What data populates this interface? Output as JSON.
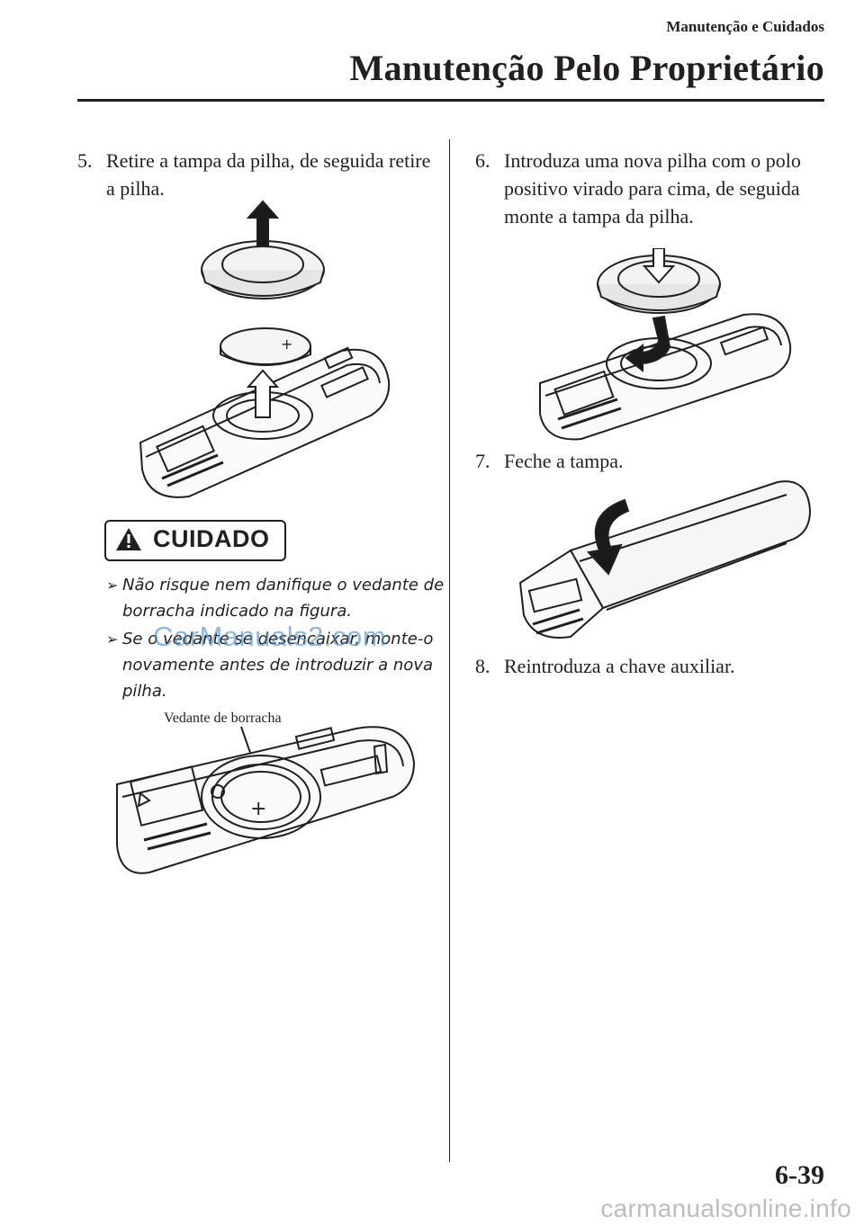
{
  "header": {
    "section": "Manutenção e Cuidados",
    "title": "Manutenção Pelo Proprietário"
  },
  "steps": [
    {
      "num": "5.",
      "text": "Retire a tampa da pilha, de seguida retire a pilha."
    },
    {
      "num": "6.",
      "text": "Introduza uma nova pilha com o polo positivo virado para cima, de seguida monte a tampa da pilha."
    },
    {
      "num": "7.",
      "text": "Feche a tampa."
    },
    {
      "num": "8.",
      "text": "Reintroduza a chave auxiliar."
    }
  ],
  "caution": {
    "label": "CUIDADO",
    "items": [
      "Não risque nem danifique o vedante de borracha indicado na figura.",
      "Se o vedante se desencaixar, monte-o novamente antes de introduzir a nova pilha."
    ]
  },
  "figure_label": "Vedante de borracha",
  "watermark": "CarManuals2.com",
  "page_number": "6-39",
  "footer_watermark": "carmanualsonline.info"
}
